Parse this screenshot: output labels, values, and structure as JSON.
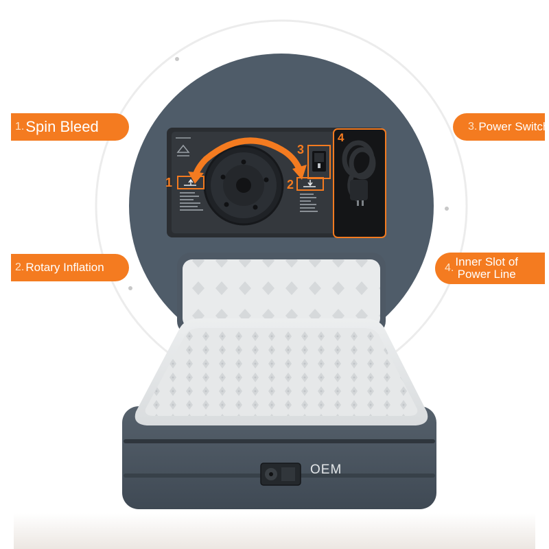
{
  "callouts": {
    "spin_bleed": {
      "num": "1.",
      "label": "Spin Bleed"
    },
    "rotary": {
      "num": "2.",
      "label": "Rotary Inflation"
    },
    "power_switch": {
      "num": "3.",
      "label": "Power Switch"
    },
    "inner_slot": {
      "num": "4.",
      "label_line1": "Inner Slot of",
      "label_line2": "Power Line"
    }
  },
  "panel_markers": {
    "m1": "1",
    "m2": "2",
    "m3": "3",
    "m4": "4"
  },
  "product": {
    "brand": "OEM"
  },
  "colors": {
    "accent": "#f47b20",
    "disc": "#4f5c69",
    "mattress_base": "#4a5560",
    "mattress_top": "#e7e9ea"
  }
}
